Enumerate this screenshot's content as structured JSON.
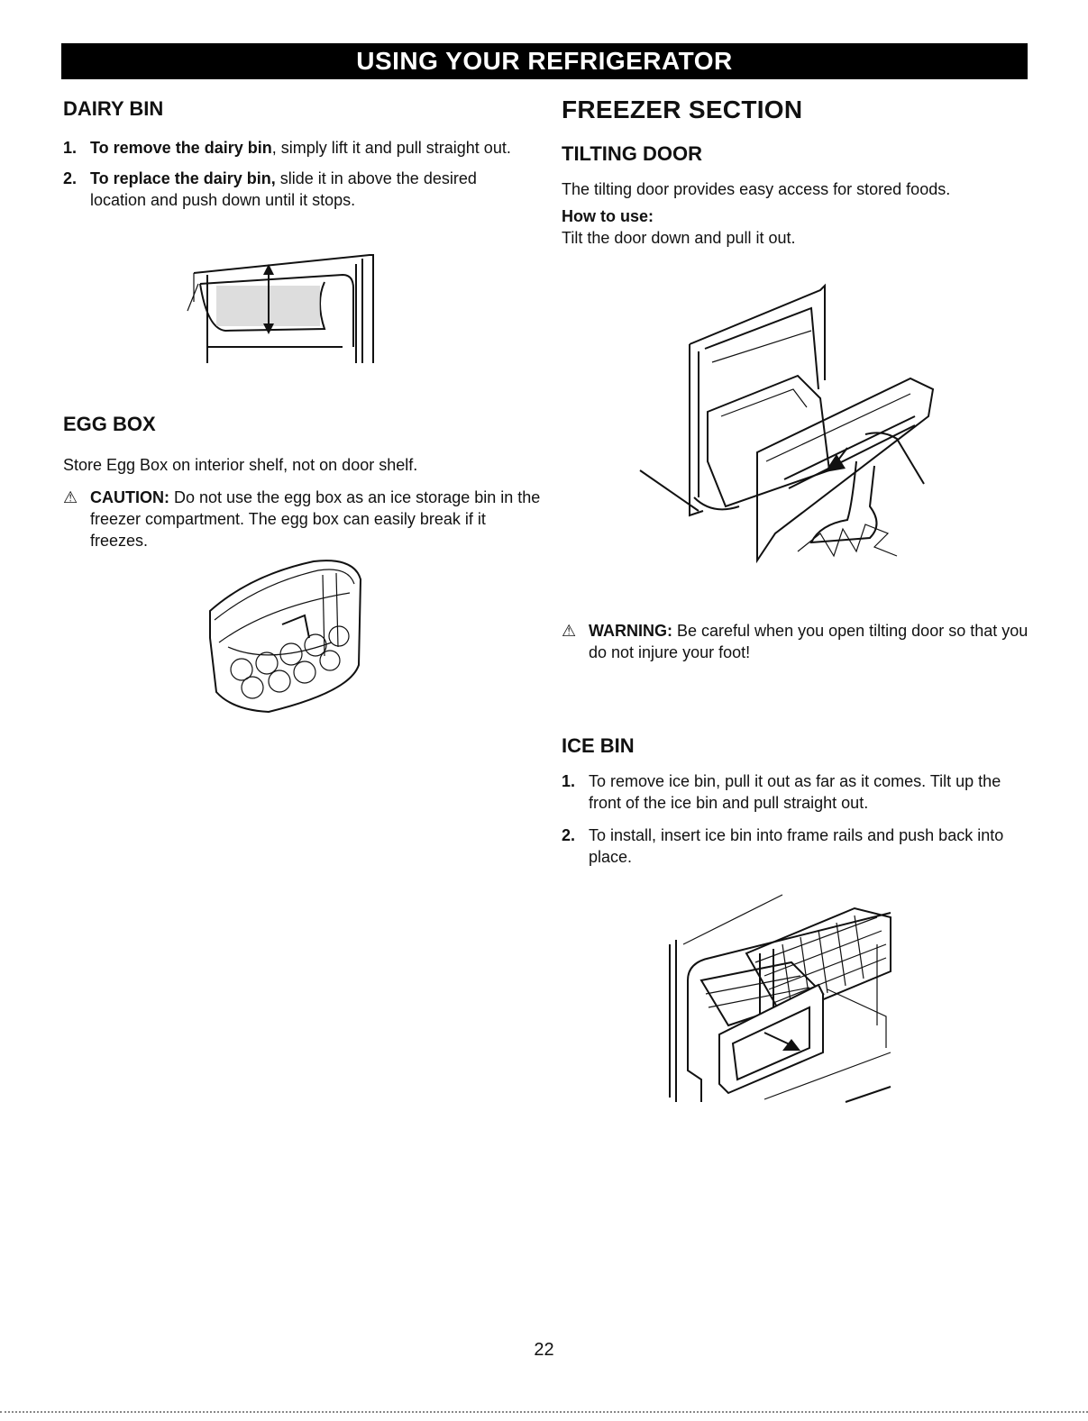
{
  "banner": "USING YOUR REFRIGERATOR",
  "dairy": {
    "heading": "DAIRY BIN",
    "items": [
      {
        "num": "1.",
        "lead": "To remove the dairy bin",
        "rest": ", simply lift it and pull straight out."
      },
      {
        "num": "2.",
        "lead": "To replace the dairy bin,",
        "rest": " slide it in above the desired location and push down until it stops."
      }
    ]
  },
  "egg": {
    "heading": "EGG BOX",
    "text": "Store Egg Box on interior shelf, not on door shelf.",
    "caution_label": "CAUTION:",
    "caution_text": " Do not use the egg box as an ice storage bin in the freezer compartment. The egg box can easily break if it freezes."
  },
  "freezer": {
    "heading": "FREEZER SECTION",
    "tilting": {
      "heading": "TILTING DOOR",
      "text": "The tilting door provides easy access for stored foods.",
      "how_label": "How to use:",
      "how_text": "Tilt the door down and pull it out.",
      "warning_label": "WARNING:",
      "warning_text": " Be careful when you open tilting door so that you do not injure your foot!"
    },
    "ice": {
      "heading": "ICE BIN",
      "items": [
        {
          "num": "1.",
          "text": "To remove ice bin, pull it out as far as it comes. Tilt up the front of the ice bin and pull straight out."
        },
        {
          "num": "2.",
          "text": "To install, insert ice bin into frame rails and push back into place."
        }
      ]
    }
  },
  "page_number": "22"
}
